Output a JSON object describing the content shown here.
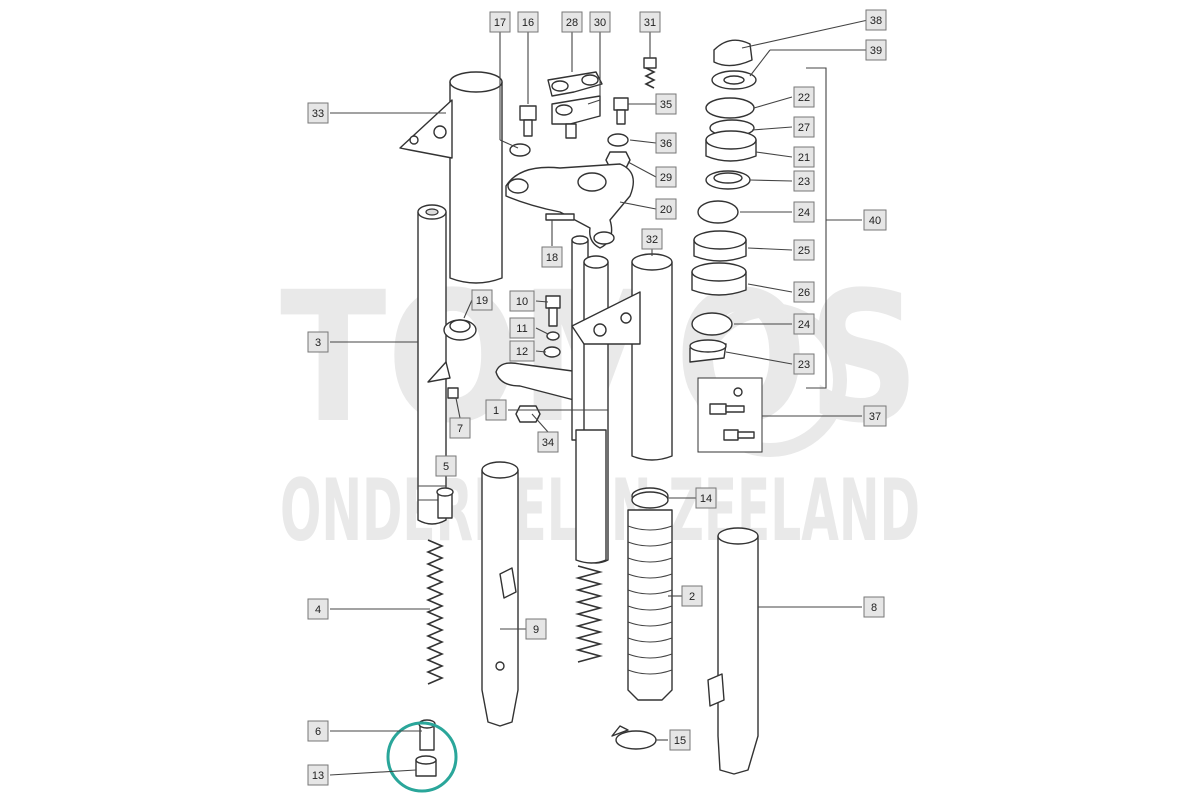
{
  "watermark": {
    "brand": "TOMOS",
    "tagline": "ONDERDELEN ZEELAND"
  },
  "callouts": [
    {
      "id": "c17",
      "label": "17"
    },
    {
      "id": "c16",
      "label": "16"
    },
    {
      "id": "c28",
      "label": "28"
    },
    {
      "id": "c30",
      "label": "30"
    },
    {
      "id": "c31",
      "label": "31"
    },
    {
      "id": "c38",
      "label": "38"
    },
    {
      "id": "c39",
      "label": "39"
    },
    {
      "id": "c33",
      "label": "33"
    },
    {
      "id": "c35",
      "label": "35"
    },
    {
      "id": "c22",
      "label": "22"
    },
    {
      "id": "c27",
      "label": "27"
    },
    {
      "id": "c36",
      "label": "36"
    },
    {
      "id": "c21",
      "label": "21"
    },
    {
      "id": "c29",
      "label": "29"
    },
    {
      "id": "c23a",
      "label": "23"
    },
    {
      "id": "c20",
      "label": "20"
    },
    {
      "id": "c24a",
      "label": "24"
    },
    {
      "id": "c40",
      "label": "40"
    },
    {
      "id": "c32",
      "label": "32"
    },
    {
      "id": "c25",
      "label": "25"
    },
    {
      "id": "c18",
      "label": "18"
    },
    {
      "id": "c26",
      "label": "26"
    },
    {
      "id": "c19",
      "label": "19"
    },
    {
      "id": "c10",
      "label": "10"
    },
    {
      "id": "c11",
      "label": "11"
    },
    {
      "id": "c24b",
      "label": "24"
    },
    {
      "id": "c3",
      "label": "3"
    },
    {
      "id": "c12",
      "label": "12"
    },
    {
      "id": "c23b",
      "label": "23"
    },
    {
      "id": "c1",
      "label": "1"
    },
    {
      "id": "c37",
      "label": "37"
    },
    {
      "id": "c7",
      "label": "7"
    },
    {
      "id": "c34",
      "label": "34"
    },
    {
      "id": "c5",
      "label": "5"
    },
    {
      "id": "c14",
      "label": "14"
    },
    {
      "id": "c2",
      "label": "2"
    },
    {
      "id": "c4",
      "label": "4"
    },
    {
      "id": "c8",
      "label": "8"
    },
    {
      "id": "c9",
      "label": "9"
    },
    {
      "id": "c6",
      "label": "6"
    },
    {
      "id": "c15",
      "label": "15"
    },
    {
      "id": "c13",
      "label": "13"
    }
  ],
  "colors": {
    "highlight": "#2aa69a",
    "callout_fill": "#e6e6e6",
    "line": "#333333",
    "watermark": "#e9e9e9"
  }
}
